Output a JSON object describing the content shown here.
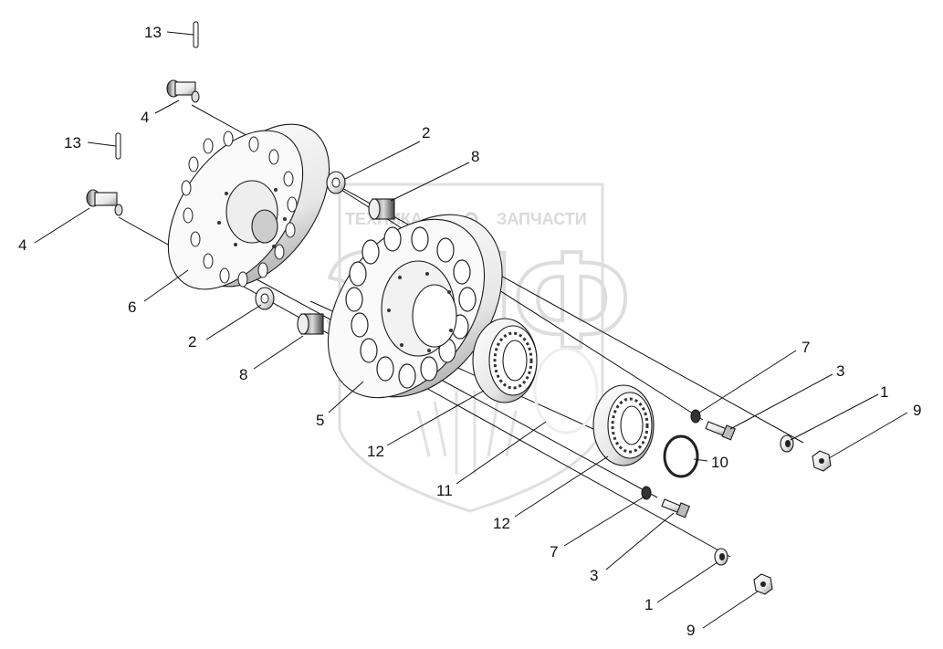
{
  "watermark": {
    "brand_left": "ТЕХНИКА",
    "brand_right": "ЗАПЧАСТИ",
    "letters": "ЭЛФ",
    "icon": "gear-icon"
  },
  "callouts": [
    {
      "id": "c13a",
      "label": "13"
    },
    {
      "id": "c4a",
      "label": "4"
    },
    {
      "id": "c13b",
      "label": "13"
    },
    {
      "id": "c4b",
      "label": "4"
    },
    {
      "id": "c2a",
      "label": "2"
    },
    {
      "id": "c8a",
      "label": "8"
    },
    {
      "id": "c6",
      "label": "6"
    },
    {
      "id": "c2b",
      "label": "2"
    },
    {
      "id": "c8b",
      "label": "8"
    },
    {
      "id": "c5",
      "label": "5"
    },
    {
      "id": "c12a",
      "label": "12"
    },
    {
      "id": "c11",
      "label": "11"
    },
    {
      "id": "c12b",
      "label": "12"
    },
    {
      "id": "c7a",
      "label": "7"
    },
    {
      "id": "c3a",
      "label": "3"
    },
    {
      "id": "c1a",
      "label": "1"
    },
    {
      "id": "c9a",
      "label": "9"
    },
    {
      "id": "c10",
      "label": "10"
    },
    {
      "id": "c7b",
      "label": "7"
    },
    {
      "id": "c3b",
      "label": "3"
    },
    {
      "id": "c1b",
      "label": "1"
    },
    {
      "id": "c9b",
      "label": "9"
    }
  ]
}
